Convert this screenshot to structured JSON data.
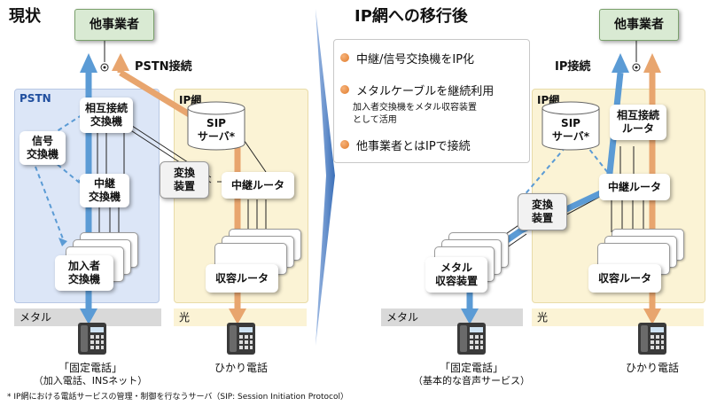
{
  "left": {
    "title": "現状",
    "other_carrier": "他事業者",
    "pstn_connection": "PSTN接続",
    "pstn_label": "PSTN",
    "ip_label": "IP網",
    "sip_server": [
      "SIP",
      "サーバ*"
    ],
    "signal_exchange": [
      "信号",
      "交換機"
    ],
    "interconnect_exchange": [
      "相互接続",
      "交換機"
    ],
    "relay_exchange": [
      "中継",
      "交換機"
    ],
    "subscriber_exchange": [
      "加入者",
      "交換機"
    ],
    "converter": [
      "変換",
      "装置"
    ],
    "relay_router": "中継ルータ",
    "access_router": "収容ルータ",
    "metal_label": "メタル",
    "fiber_label": "光",
    "fixed_phone": "「固定電話」",
    "fixed_phone_sub": "（加入電話、INSネット）",
    "hikari_phone": "ひかり電話"
  },
  "right": {
    "title": "IP網への移行後",
    "other_carrier": "他事業者",
    "ip_connection": "IP接続",
    "ip_label": "IP網",
    "sip_server": [
      "SIP",
      "サーバ*"
    ],
    "interconnect_router": [
      "相互接続",
      "ルータ"
    ],
    "relay_router": "中継ルータ",
    "converter": [
      "変換",
      "装置"
    ],
    "metal_access": [
      "メタル",
      "収容装置"
    ],
    "access_router": "収容ルータ",
    "metal_label": "メタル",
    "fiber_label": "光",
    "fixed_phone": "「固定電話」",
    "fixed_phone_sub": "（基本的な音声サービス）",
    "hikari_phone": "ひかり電話"
  },
  "bullets": [
    {
      "text": "中継/信号交換機をIP化"
    },
    {
      "text": "メタルケーブルを継続利用",
      "note": [
        "加入者交換機をメタル収容装置",
        "として活用"
      ]
    },
    {
      "text": "他事業者とはIPで接続"
    }
  ],
  "footnote": "* IP網における電話サービスの管理・制御を行なうサーバ（SIP: Session Initiation Protocol）",
  "colors": {
    "blue_path": "#5b9bd5",
    "orange_path": "#e8a56e",
    "pstn_area": "#dce6f7",
    "ip_area": "#fbf3d5",
    "carrier_box": "#d9ead3",
    "bullet_orange": "#e07b2a"
  }
}
